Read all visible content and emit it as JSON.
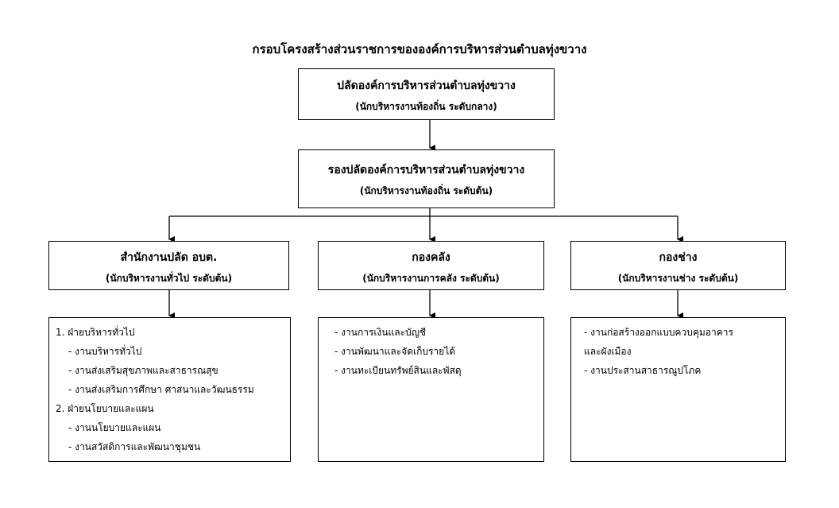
{
  "title": "กรอบโครงสร้างส่วนราชการขององค์การบริหารส่วนตำบลทุ่งขวาง",
  "top": {
    "name": "ปลัดองค์การบริหารส่วนตำบลทุ่งขวาง",
    "rank": "(นักบริหารงานท้องถิ่น ระดับกลาง)"
  },
  "deputy": {
    "name": "รองปลัดองค์การบริหารส่วนตำบลทุ่งขวาง",
    "rank": "(นักบริหารงานท้องถิ่น ระดับต้น)"
  },
  "divisions": [
    {
      "name": "สำนักงานปลัด อบต.",
      "rank": "(นักบริหารงานทั่วไป ระดับต้น)"
    },
    {
      "name": "กองคลัง",
      "rank": "(นักบริหารงานการคลัง ระดับต้น)"
    },
    {
      "name": "กองช่าง",
      "rank": "(นักบริหารงานช่าง ระดับต้น)"
    }
  ],
  "tasks": {
    "office": [
      "1. ฝ่ายบริหารทั่วไป",
      "- งานบริหารทั่วไป",
      "- งานส่งเสริมสุขภาพและสาธารณสุข",
      "- งานส่งเสริมการศึกษา ศาสนาและวัฒนธรรม",
      "2. ฝ่ายนโยบายและแผน",
      "- งานนโยบายและแผน",
      "- งานสวัสดิการและพัฒนาชุมชน"
    ],
    "finance": [
      "- งานการเงินและบัญชี",
      "- งานพัฒนาและจัดเก็บรายได้",
      "- งานทะเบียนทรัพย์สินและพัสดุ"
    ],
    "engineering": [
      "- งานก่อสร้างออกแบบควบคุมอาคาร",
      "และผังเมือง",
      "- งานประสานสาธารณูปโภค"
    ]
  }
}
